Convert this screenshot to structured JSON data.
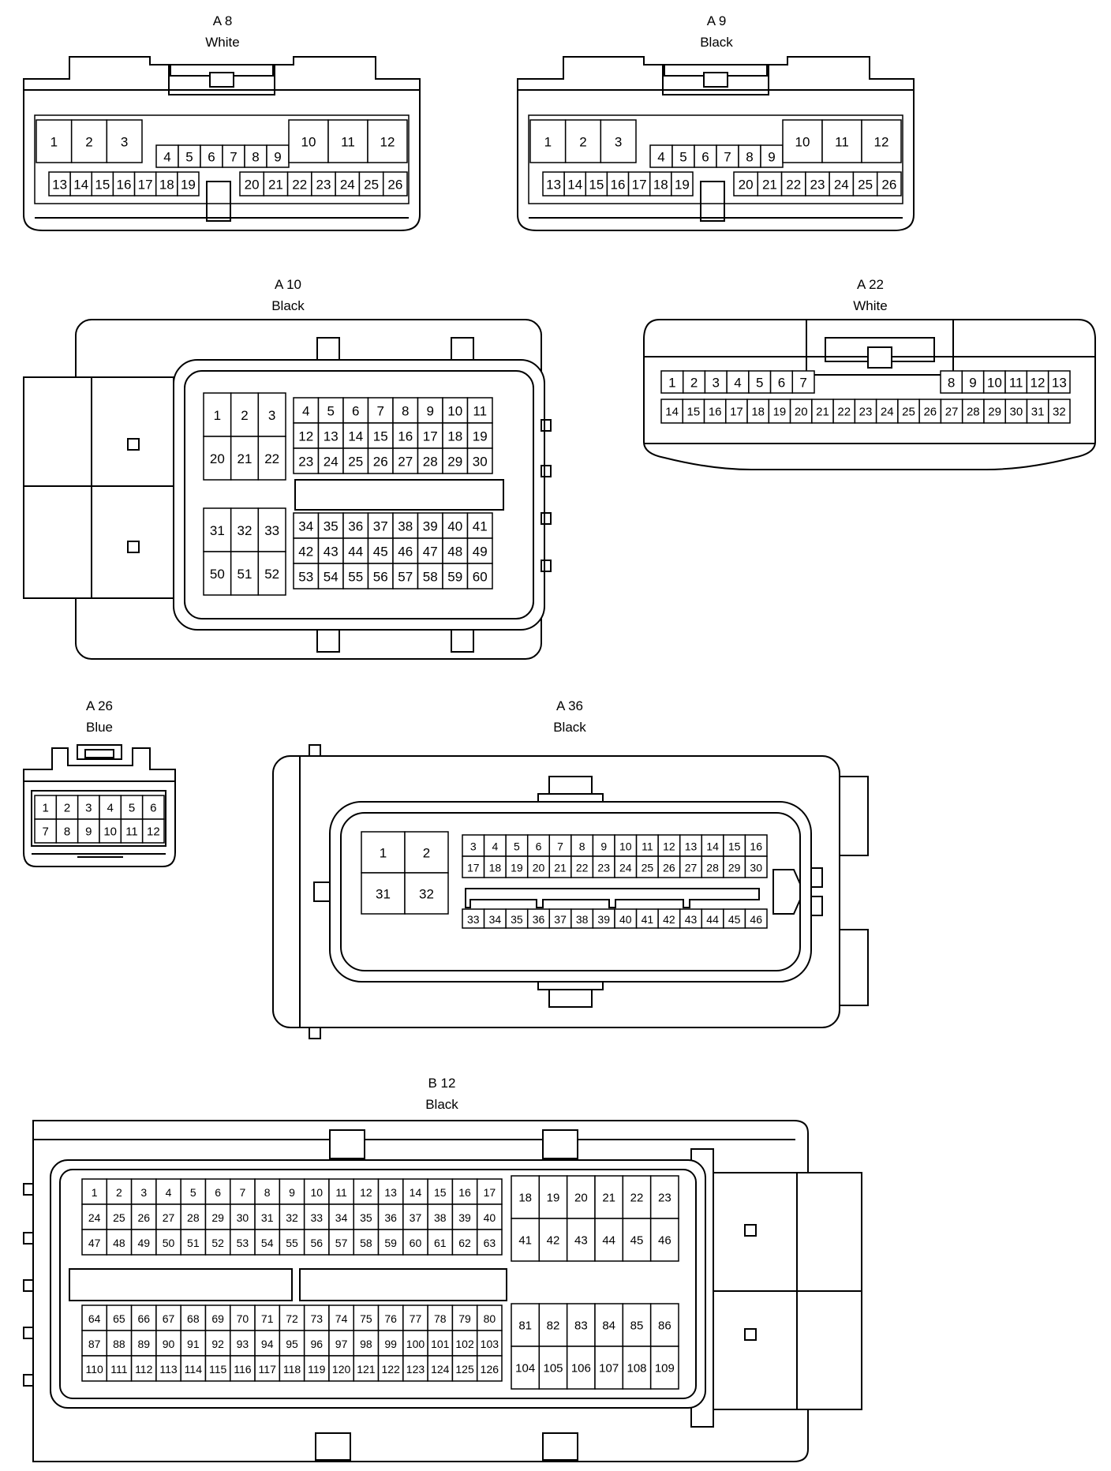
{
  "connectors": [
    {
      "id": "A 8",
      "color": "White",
      "pins": [
        "1",
        "2",
        "3",
        "4",
        "5",
        "6",
        "7",
        "8",
        "9",
        "10",
        "11",
        "12",
        "13",
        "14",
        "15",
        "16",
        "17",
        "18",
        "19",
        "20",
        "21",
        "22",
        "23",
        "24",
        "25",
        "26"
      ]
    },
    {
      "id": "A 9",
      "color": "Black",
      "pins": [
        "1",
        "2",
        "3",
        "4",
        "5",
        "6",
        "7",
        "8",
        "9",
        "10",
        "11",
        "12",
        "13",
        "14",
        "15",
        "16",
        "17",
        "18",
        "19",
        "20",
        "21",
        "22",
        "23",
        "24",
        "25",
        "26"
      ]
    },
    {
      "id": "A 10",
      "color": "Black",
      "pins": [
        "1",
        "2",
        "3",
        "20",
        "21",
        "22",
        "4",
        "5",
        "6",
        "7",
        "8",
        "9",
        "10",
        "11",
        "12",
        "13",
        "14",
        "15",
        "16",
        "17",
        "18",
        "19",
        "23",
        "24",
        "25",
        "26",
        "27",
        "28",
        "29",
        "30",
        "31",
        "32",
        "33",
        "50",
        "51",
        "52",
        "34",
        "35",
        "36",
        "37",
        "38",
        "39",
        "40",
        "41",
        "42",
        "43",
        "44",
        "45",
        "46",
        "47",
        "48",
        "49",
        "53",
        "54",
        "55",
        "56",
        "57",
        "58",
        "59",
        "60"
      ]
    },
    {
      "id": "A 22",
      "color": "White",
      "pins": [
        "1",
        "2",
        "3",
        "4",
        "5",
        "6",
        "7",
        "8",
        "9",
        "10",
        "11",
        "12",
        "13",
        "14",
        "15",
        "16",
        "17",
        "18",
        "19",
        "20",
        "21",
        "22",
        "23",
        "24",
        "25",
        "26",
        "27",
        "28",
        "29",
        "30",
        "31",
        "32"
      ]
    },
    {
      "id": "A 26",
      "color": "Blue",
      "pins": [
        "1",
        "2",
        "3",
        "4",
        "5",
        "6",
        "7",
        "8",
        "9",
        "10",
        "11",
        "12"
      ]
    },
    {
      "id": "A 36",
      "color": "Black",
      "pins": [
        "1",
        "2",
        "31",
        "32",
        "3",
        "4",
        "5",
        "6",
        "7",
        "8",
        "9",
        "10",
        "11",
        "12",
        "13",
        "14",
        "15",
        "16",
        "17",
        "18",
        "19",
        "20",
        "21",
        "22",
        "23",
        "24",
        "25",
        "26",
        "27",
        "28",
        "29",
        "30",
        "33",
        "34",
        "35",
        "36",
        "37",
        "38",
        "39",
        "40",
        "41",
        "42",
        "43",
        "44",
        "45",
        "46"
      ]
    },
    {
      "id": "B 12",
      "color": "Black",
      "pins": [
        "1",
        "2",
        "3",
        "4",
        "5",
        "6",
        "7",
        "8",
        "9",
        "10",
        "11",
        "12",
        "13",
        "14",
        "15",
        "16",
        "17",
        "24",
        "25",
        "26",
        "27",
        "28",
        "29",
        "30",
        "31",
        "32",
        "33",
        "34",
        "35",
        "36",
        "37",
        "38",
        "39",
        "40",
        "47",
        "48",
        "49",
        "50",
        "51",
        "52",
        "53",
        "54",
        "55",
        "56",
        "57",
        "58",
        "59",
        "60",
        "61",
        "62",
        "63",
        "18",
        "19",
        "20",
        "21",
        "22",
        "23",
        "41",
        "42",
        "43",
        "44",
        "45",
        "46",
        "64",
        "65",
        "66",
        "67",
        "68",
        "69",
        "70",
        "71",
        "72",
        "73",
        "74",
        "75",
        "76",
        "77",
        "78",
        "79",
        "80",
        "87",
        "88",
        "89",
        "90",
        "91",
        "92",
        "93",
        "94",
        "95",
        "96",
        "97",
        "98",
        "99",
        "100",
        "101",
        "102",
        "103",
        "110",
        "111",
        "112",
        "113",
        "114",
        "115",
        "116",
        "117",
        "118",
        "119",
        "120",
        "121",
        "122",
        "123",
        "124",
        "125",
        "126",
        "81",
        "82",
        "83",
        "84",
        "85",
        "86",
        "104",
        "105",
        "106",
        "107",
        "108",
        "109"
      ]
    }
  ]
}
